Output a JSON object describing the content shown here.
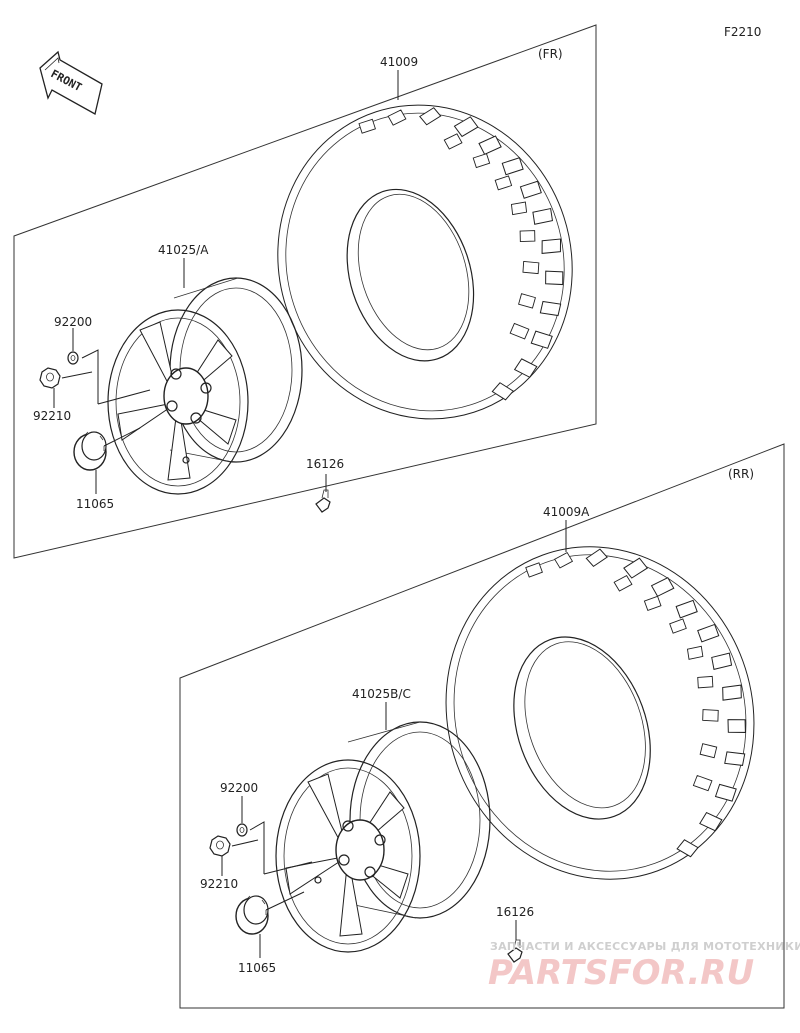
{
  "figure_code": "F2210",
  "front_badge": "FRONT",
  "sections": {
    "front": {
      "tag": "(FR)",
      "tire": "41009",
      "wheel": "41025/A",
      "washer": "92200",
      "nut": "92210",
      "cap": "11065",
      "valve": "16126"
    },
    "rear": {
      "tag": "(RR)",
      "tire": "41009A",
      "wheel": "41025B/C",
      "washer": "92200",
      "nut": "92210",
      "cap": "11065",
      "valve": "16126"
    }
  },
  "watermark": {
    "tagline": "ЗАПЧАСТИ И АКСЕССУАРЫ ДЛЯ МОТОТЕХНИКИ",
    "logo": "PARTSFOR.RU"
  }
}
